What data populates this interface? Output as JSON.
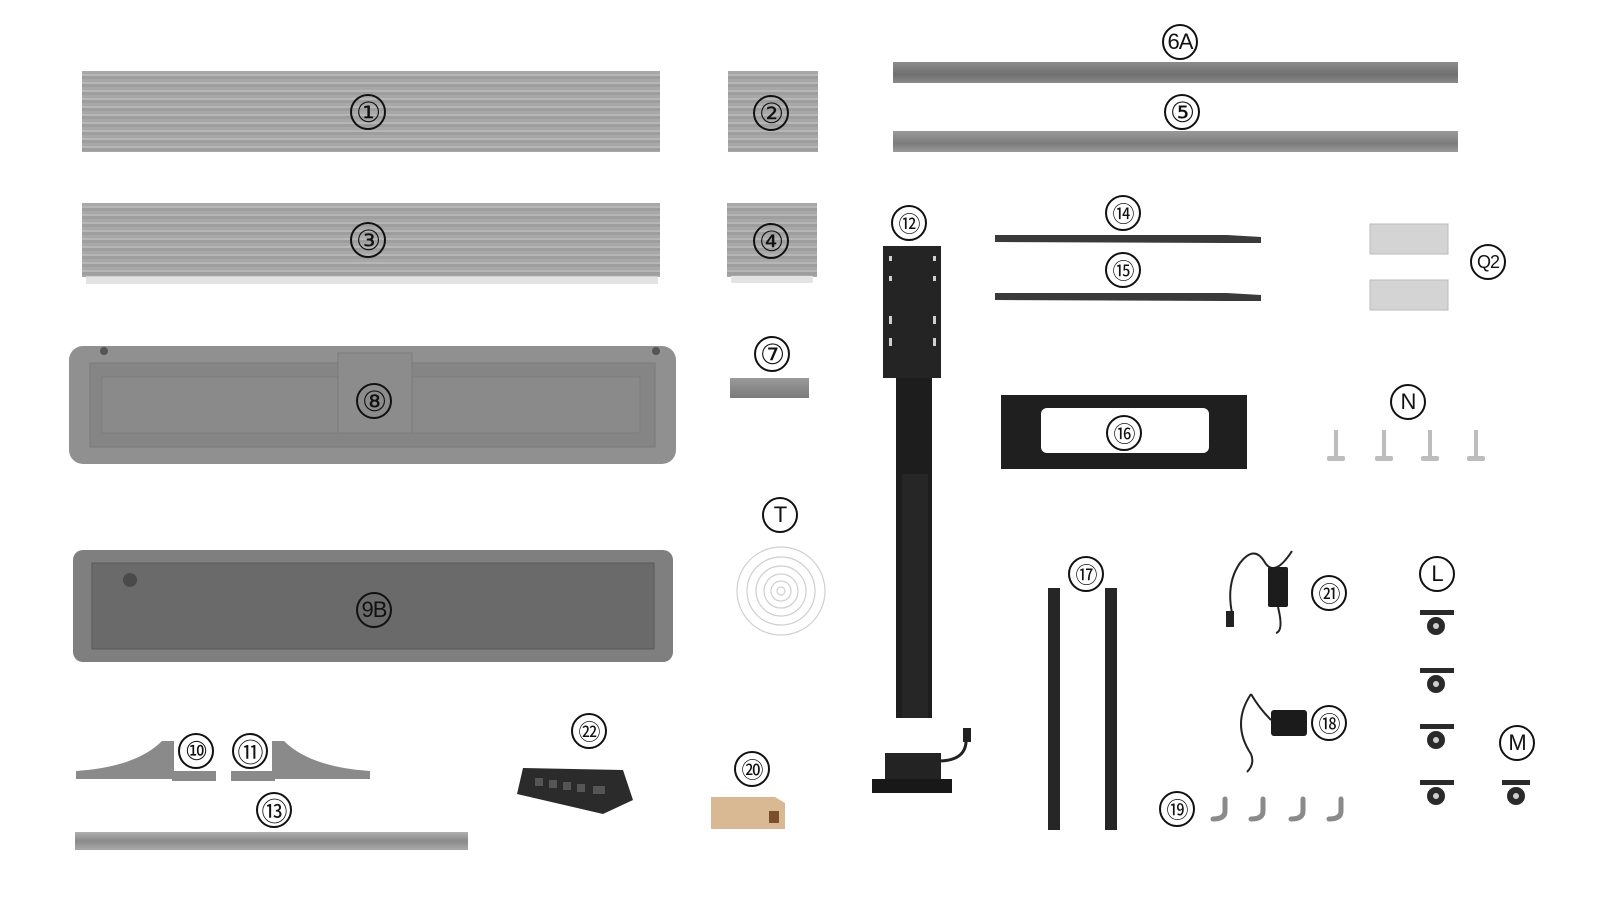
{
  "parts": [
    {
      "id": "p1",
      "label": "①"
    },
    {
      "id": "p2",
      "label": "②"
    },
    {
      "id": "p3",
      "label": "③"
    },
    {
      "id": "p4",
      "label": "④"
    },
    {
      "id": "p5",
      "label": "⑤"
    },
    {
      "id": "p6a",
      "label": "6A"
    },
    {
      "id": "p7",
      "label": "⑦"
    },
    {
      "id": "p8",
      "label": "⑧"
    },
    {
      "id": "p9b",
      "label": "9B"
    },
    {
      "id": "p10",
      "label": "⑩"
    },
    {
      "id": "p11",
      "label": "⑪"
    },
    {
      "id": "p12",
      "label": "⑫"
    },
    {
      "id": "p13",
      "label": "⑬"
    },
    {
      "id": "p14",
      "label": "⑭"
    },
    {
      "id": "p15",
      "label": "⑮"
    },
    {
      "id": "p16",
      "label": "⑯"
    },
    {
      "id": "p17",
      "label": "⑰"
    },
    {
      "id": "p18",
      "label": "⑱"
    },
    {
      "id": "p19",
      "label": "⑲"
    },
    {
      "id": "p20",
      "label": "⑳"
    },
    {
      "id": "p21",
      "label": "㉑"
    },
    {
      "id": "p22",
      "label": "㉒"
    },
    {
      "id": "pT",
      "label": "T"
    },
    {
      "id": "pN",
      "label": "N"
    },
    {
      "id": "pL",
      "label": "L"
    },
    {
      "id": "pM",
      "label": "M"
    },
    {
      "id": "pQ2",
      "label": "Q2"
    }
  ],
  "colors": {
    "metal": "#8f8f8f",
    "dark": "#1f1f1f",
    "panel": "#8e8e8e",
    "wood": "#d9b994"
  }
}
